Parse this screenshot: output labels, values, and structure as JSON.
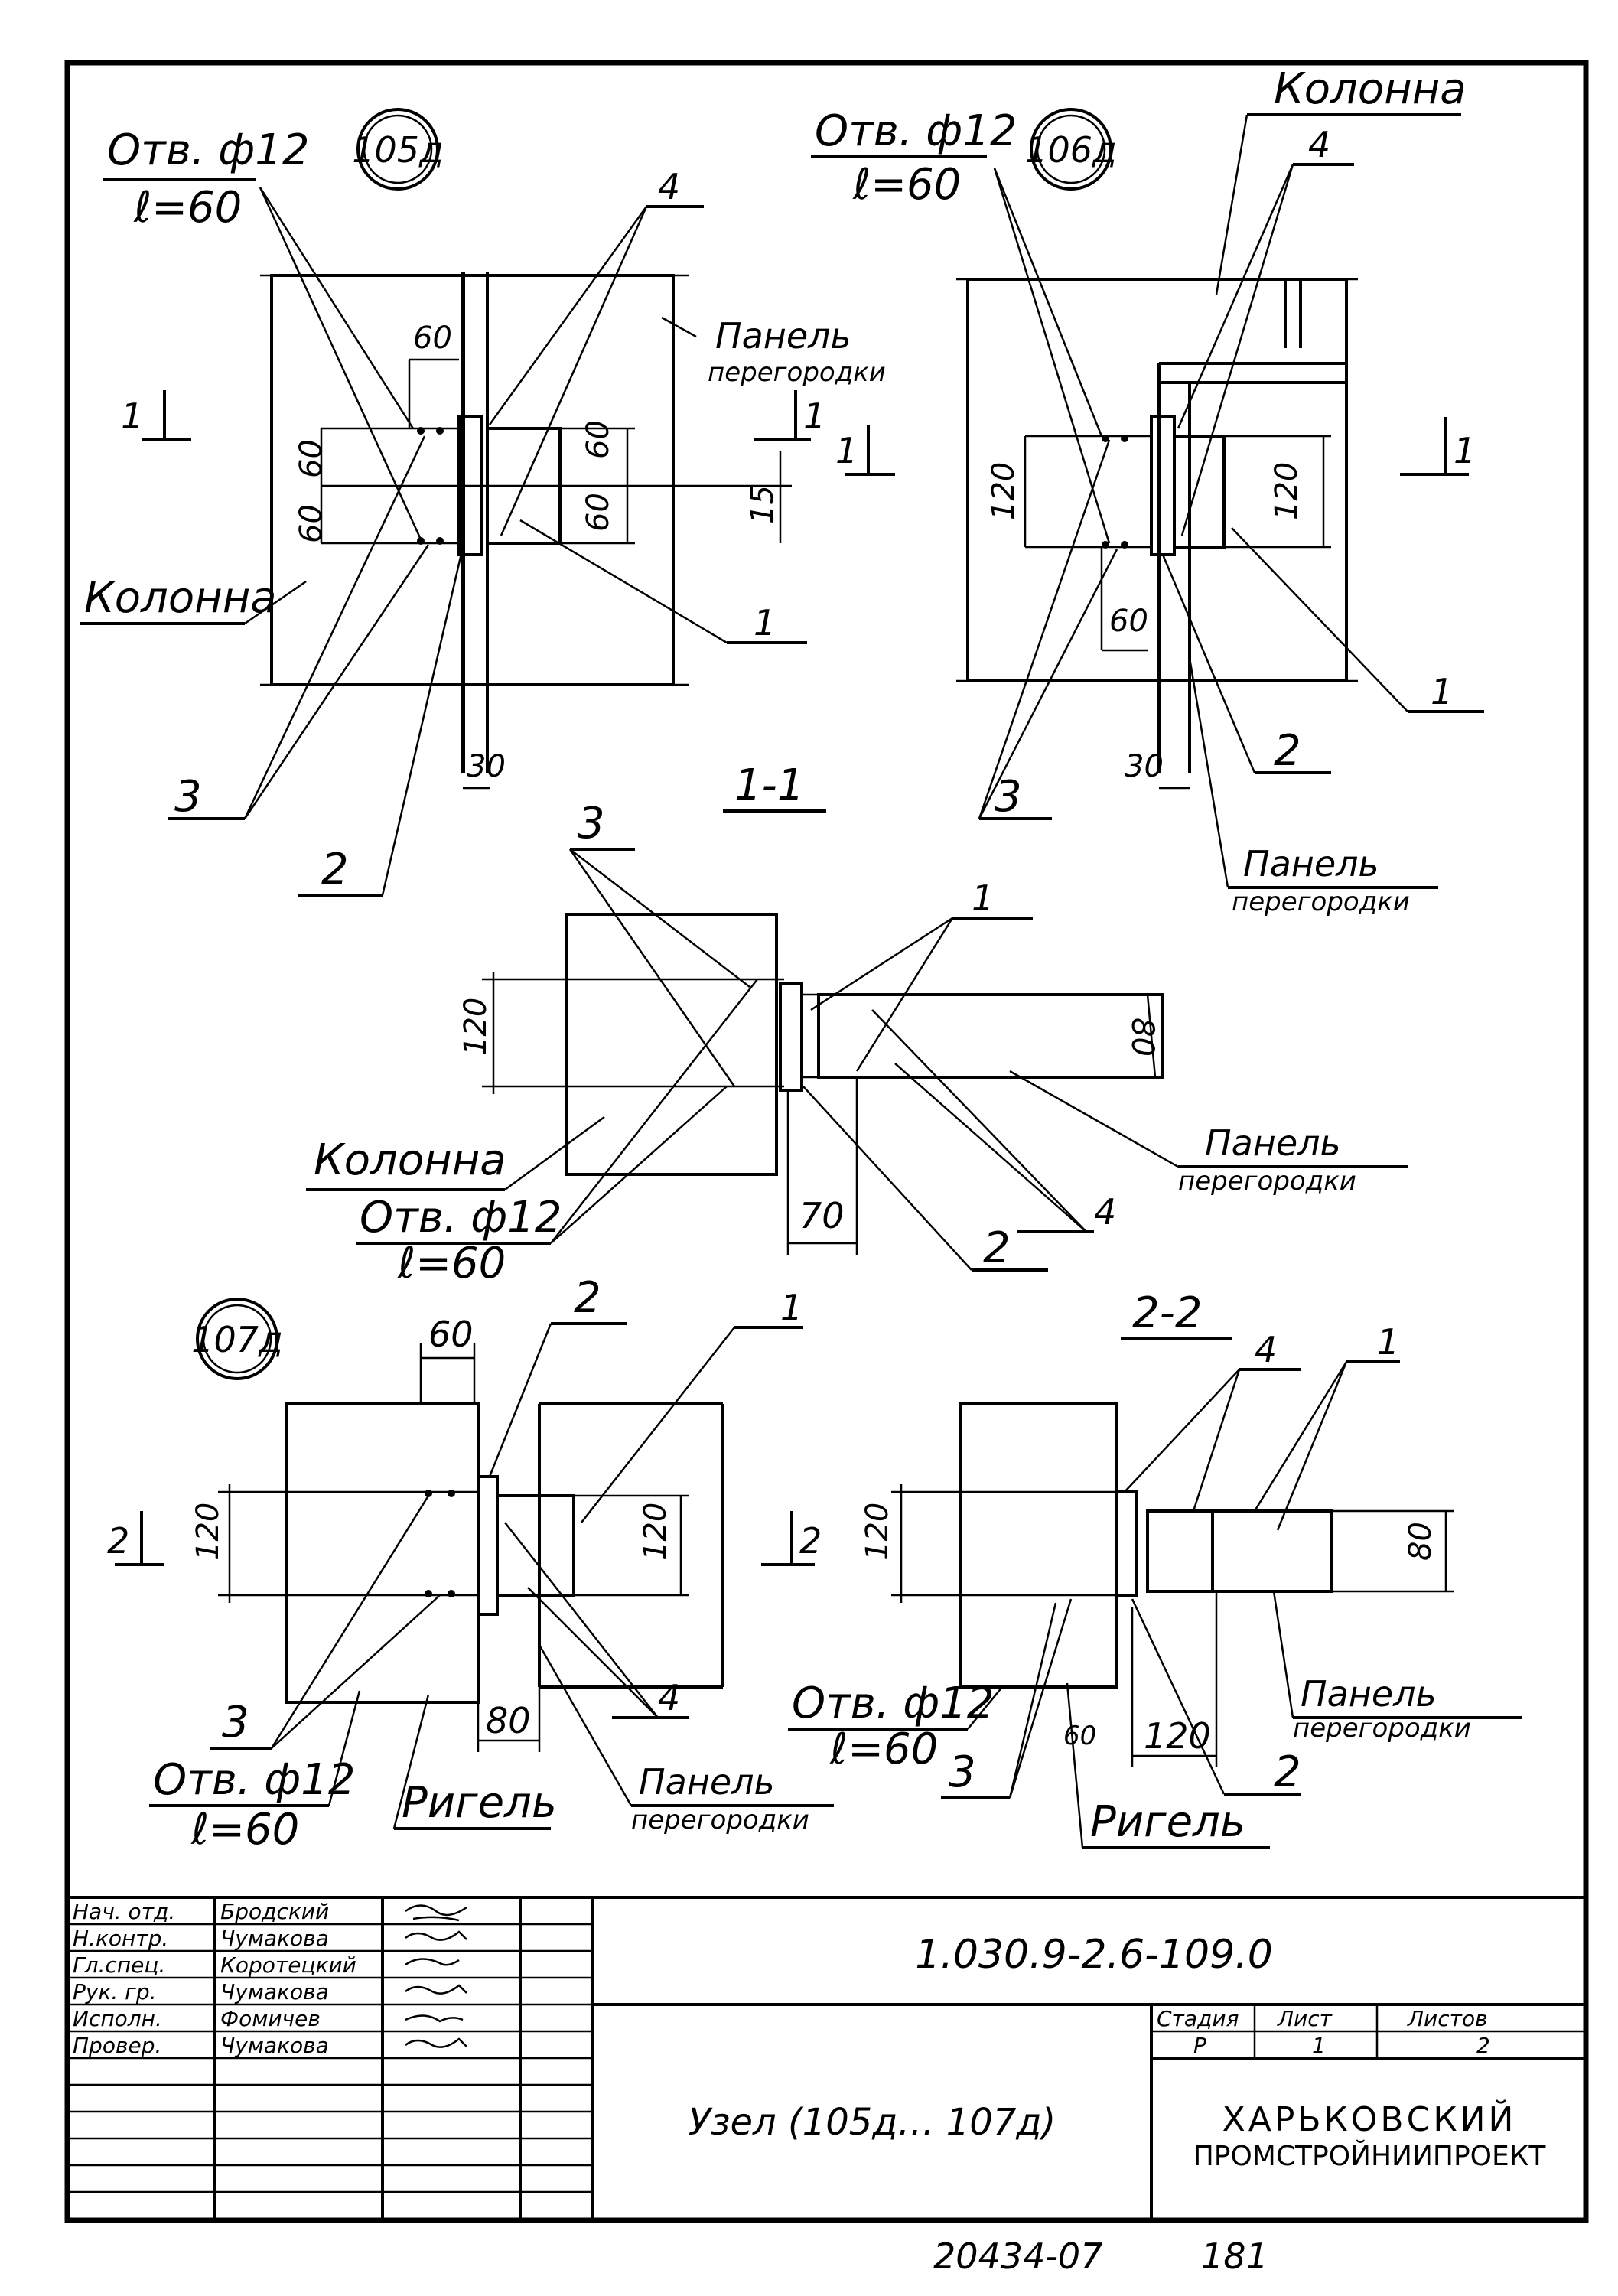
{
  "nodes": {
    "n105": {
      "badge": "105д",
      "hole_a": "Отв. ф12",
      "hole_b": "ℓ=60",
      "column": "Колонна",
      "panel_a": "Панель",
      "panel_b": "перегородки",
      "cut_mark": "1",
      "dims": {
        "d60_top": "60",
        "d60_a": "60",
        "d60_b": "60",
        "d60_c": "60",
        "d60_d": "60",
        "d15": "15",
        "d30": "30"
      },
      "callouts": {
        "c1": "1",
        "c2": "2",
        "c3": "3",
        "c4": "4"
      }
    },
    "n106": {
      "badge": "106д",
      "hole_a": "Отв. ф12",
      "hole_b": "ℓ=60",
      "column": "Колонна",
      "panel_a": "Панель",
      "panel_b": "перегородки",
      "cut_mark": "1",
      "dims": {
        "d120_a": "120",
        "d120_b": "120",
        "d60": "60",
        "d30": "30"
      },
      "callouts": {
        "c1": "1",
        "c2": "2",
        "c3": "3",
        "c4": "4"
      }
    },
    "s11": {
      "title": "1-1",
      "column": "Колонна",
      "hole_a": "Отв. ф12",
      "hole_b": "ℓ=60",
      "panel_a": "Панель",
      "panel_b": "перегородки",
      "dims": {
        "d120": "120",
        "d80": "80",
        "d70": "70"
      },
      "callouts": {
        "c1": "1",
        "c2": "2",
        "c3": "3",
        "c4": "4"
      }
    },
    "n107": {
      "badge": "107д",
      "hole_a": "Отв. ф12",
      "hole_b": "ℓ=60",
      "rigel": "Ригель",
      "panel_a": "Панель",
      "panel_b": "перегородки",
      "cut_mark": "2",
      "dims": {
        "d60": "60",
        "d120_a": "120",
        "d120_b": "120",
        "d80": "80"
      },
      "callouts": {
        "c1": "1",
        "c2": "2",
        "c3": "3",
        "c4": "4"
      }
    },
    "s22": {
      "title": "2-2",
      "hole_a": "Отв. ф12",
      "hole_b": "ℓ=60",
      "rigel": "Ригель",
      "panel_a": "Панель",
      "panel_b": "перегородки",
      "dims": {
        "d120_a": "120",
        "d120_b": "120",
        "d80": "80",
        "d60": "60"
      },
      "callouts": {
        "c1": "1",
        "c2": "2",
        "c3": "3",
        "c4": "4"
      }
    }
  },
  "title_block": {
    "roles": [
      "Нач. отд.",
      "Н.контр.",
      "Гл.спец.",
      "Рук. гр.",
      "Исполн.",
      "Провер."
    ],
    "names": [
      "Бродский",
      "Чумакова",
      "Коротецкий",
      "Чумакова",
      "Фомичев",
      "Чумакова"
    ],
    "code": "1.030.9-2.6-109.0",
    "title": "Узел (105д… 107д)",
    "stage_h": "Стадия",
    "sheet_h": "Лист",
    "sheets_h": "Листов",
    "stage": "Р",
    "sheet": "1",
    "sheets": "2",
    "org_a": "ХАРЬКОВСКИЙ",
    "org_b": "ПРОМСТРОЙНИИПРОЕКТ"
  },
  "footer": {
    "inv": "20434-07",
    "page": "181"
  }
}
